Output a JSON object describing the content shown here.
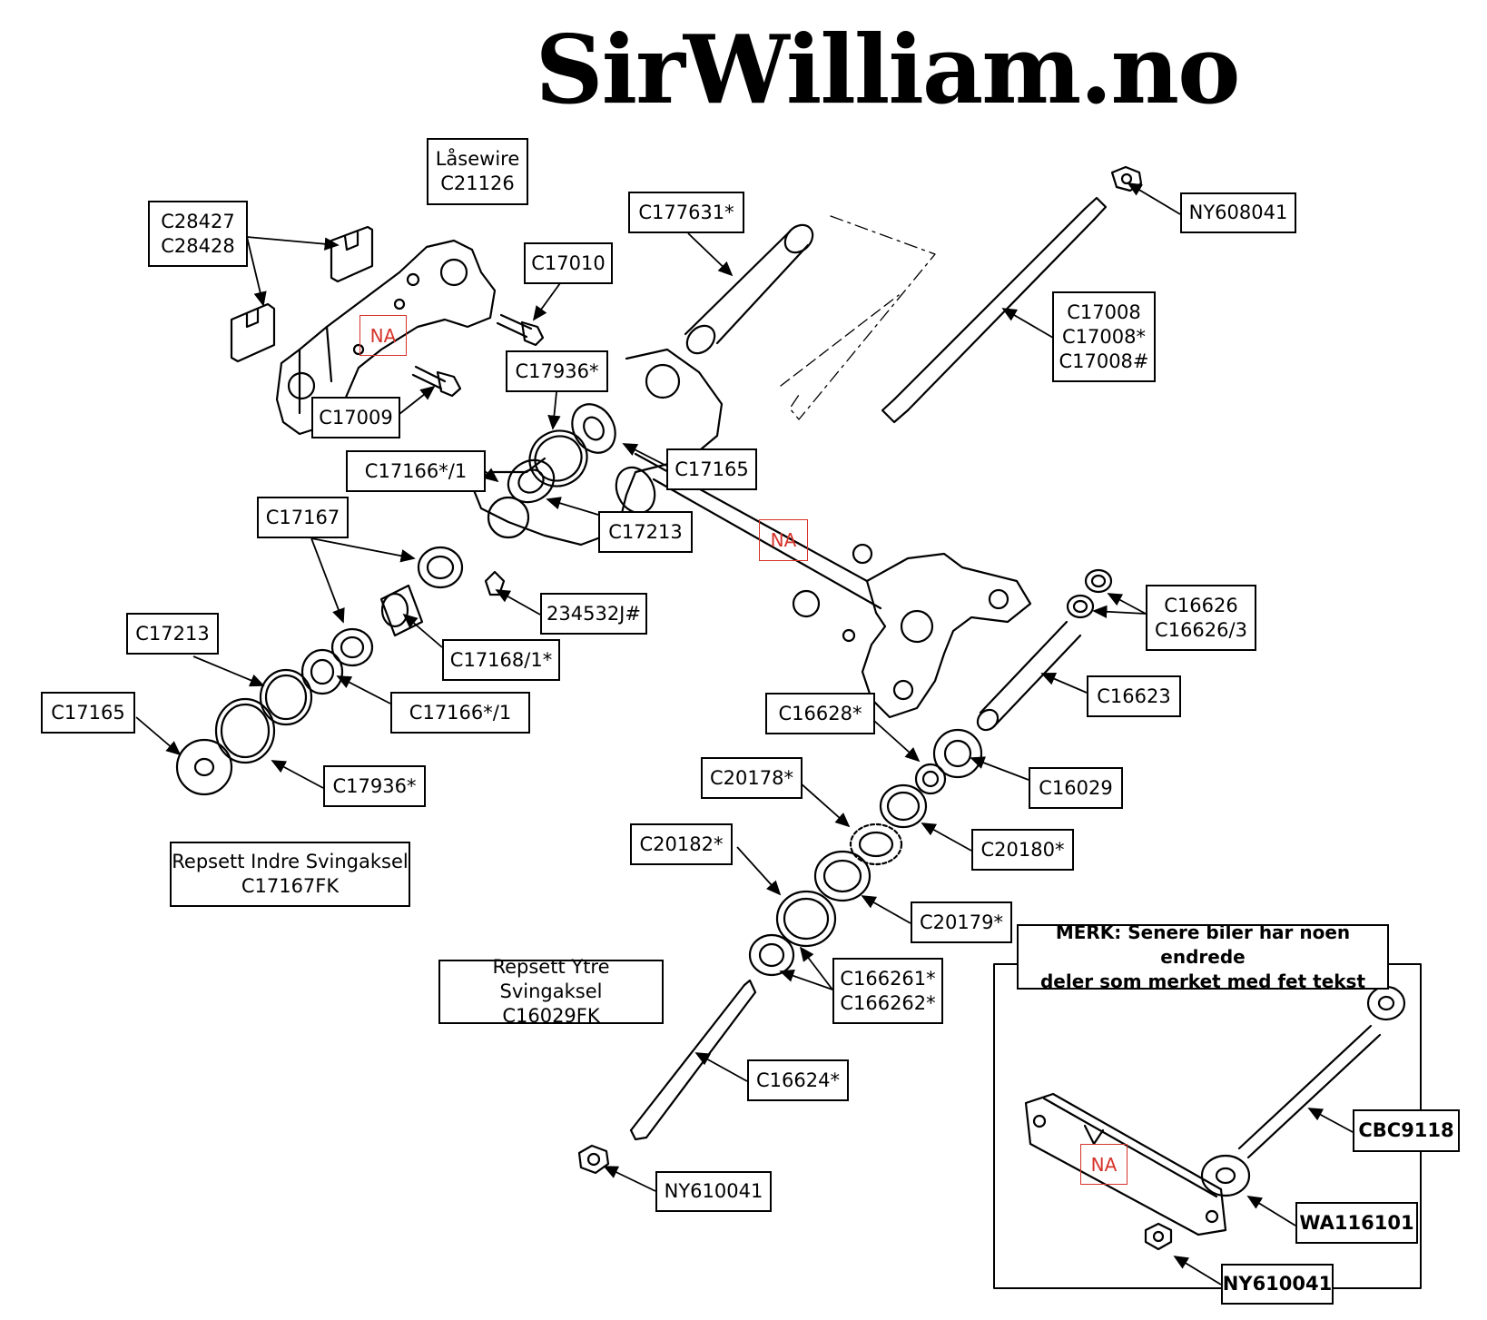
{
  "title": "SirWilliam.no",
  "labels": {
    "lasewire": "Låsewire\nC21126",
    "c28427": "C28427\nC28428",
    "c177631": "C177631*",
    "ny608041": "NY608041",
    "c17010": "C17010",
    "c17008": "C17008\nC17008*\nC17008#",
    "c17936_top": "C17936*",
    "c17009": "C17009",
    "c17166_top": "C17166*/1",
    "c17165_top": "C17165",
    "c17167": "C17167",
    "c17213_top": "C17213",
    "p234532": "234532J#",
    "c17213_left": "C17213",
    "c17168": "C17168/1*",
    "c17165_left": "C17165",
    "c17166_left": "C17166*/1",
    "c17936_left": "C17936*",
    "c16626": "C16626\nC16626/3",
    "c16623": "C16623",
    "c16628": "C16628*",
    "c16029": "C16029",
    "c20178": "C20178*",
    "c20180": "C20180*",
    "c20182": "C20182*",
    "c20179": "C20179*",
    "c166261": "C166261*\nC166262*",
    "c16624": "C16624*",
    "ny610041": "NY610041",
    "cbc9118": "CBC9118",
    "wa116101": "WA116101",
    "ny610041_bold": "NY610041"
  },
  "repsett_indre": {
    "line1": "Repsett Indre Svingaksel",
    "line2": "C17167FK"
  },
  "repsett_ytre": {
    "line1": "Repsett Ytre Svingaksel",
    "line2": "C16029FK"
  },
  "note": "MERK: Senere biler har noen endrede\ndeler som merket med fet tekst",
  "na_marks": [
    "NA",
    "NA",
    "NA"
  ],
  "colors": {
    "ink": "#000000",
    "na_red": "#d6332a"
  }
}
